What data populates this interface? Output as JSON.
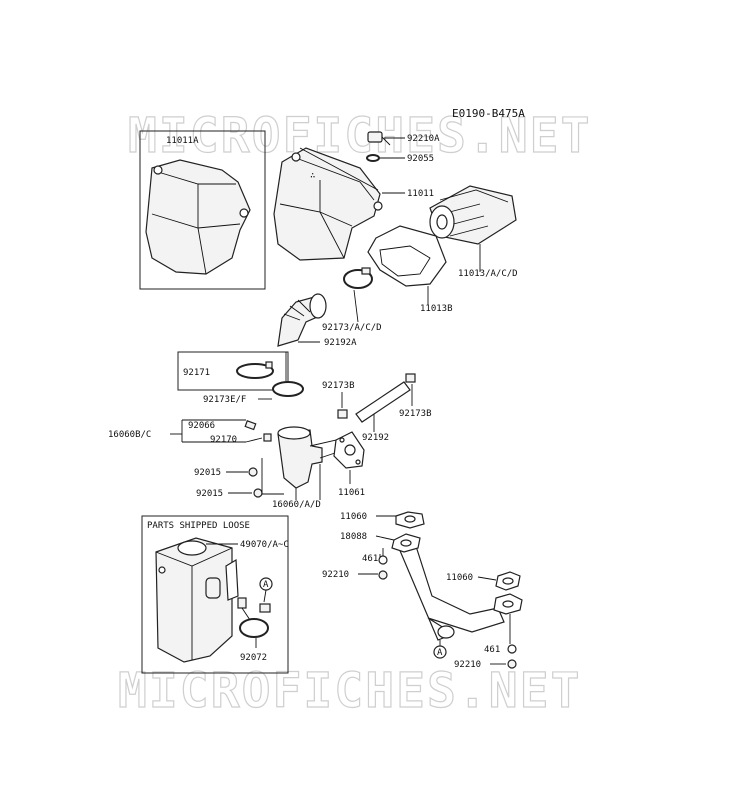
{
  "diagram_code": "E0190-B475A",
  "watermark": "MICROFICHES.NET",
  "box_title": "PARTS SHIPPED LOOSE",
  "callout_letter": "A",
  "labels": {
    "p11011A": "11011A",
    "p92210A": "92210A",
    "p92055": "92055",
    "p11011": "11011",
    "p11013ACD": "11013/A/C/D",
    "p11013B": "11013B",
    "p92173ACD": "92173/A/C/D",
    "p92192A": "92192A",
    "p92171": "92171",
    "p92173EF": "92173E/F",
    "p92173B_1": "92173B",
    "p92173B_2": "92173B",
    "p92192": "92192",
    "p92066": "92066",
    "p16060BC": "16060B/C",
    "p92170": "92170",
    "p92015_1": "92015",
    "p92015_2": "92015",
    "p16060AD": "16060/A/D",
    "p11061": "11061",
    "p11060_1": "11060",
    "p18088": "18088",
    "p461_1": "461",
    "p92210_1": "92210",
    "p11060_2": "11060",
    "p461_2": "461",
    "p92210_2": "92210",
    "p49070AC": "49070/A~C",
    "p92072": "92072"
  }
}
